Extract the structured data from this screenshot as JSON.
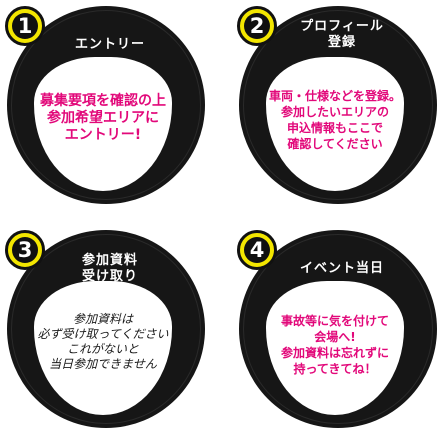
{
  "steps": [
    {
      "number": "1",
      "title": "エントリー",
      "body": "募集要項を確認の上\n参加希望エリアに\nエントリー!"
    },
    {
      "number": "2",
      "title": "プロフィール\n登録",
      "body": "車両・仕様などを登録。\n参加したいエリアの\n申込情報もここで\n確認してください"
    },
    {
      "number": "3",
      "title": "参加資料\n受け取り",
      "body": "参加資料は\n必ず受け取ってください\nこれがないと\n当日参加できません"
    },
    {
      "number": "4",
      "title": "イベント当日",
      "body": "事故等に気を付けて\n会場へ!\n参加資料は忘れずに\n持ってきてね！"
    }
  ],
  "colors": {
    "badge_yellow": "#f3e600",
    "circle_black": "#161616",
    "text_magenta": "#e2087a",
    "text_black": "#1a1a1a"
  }
}
